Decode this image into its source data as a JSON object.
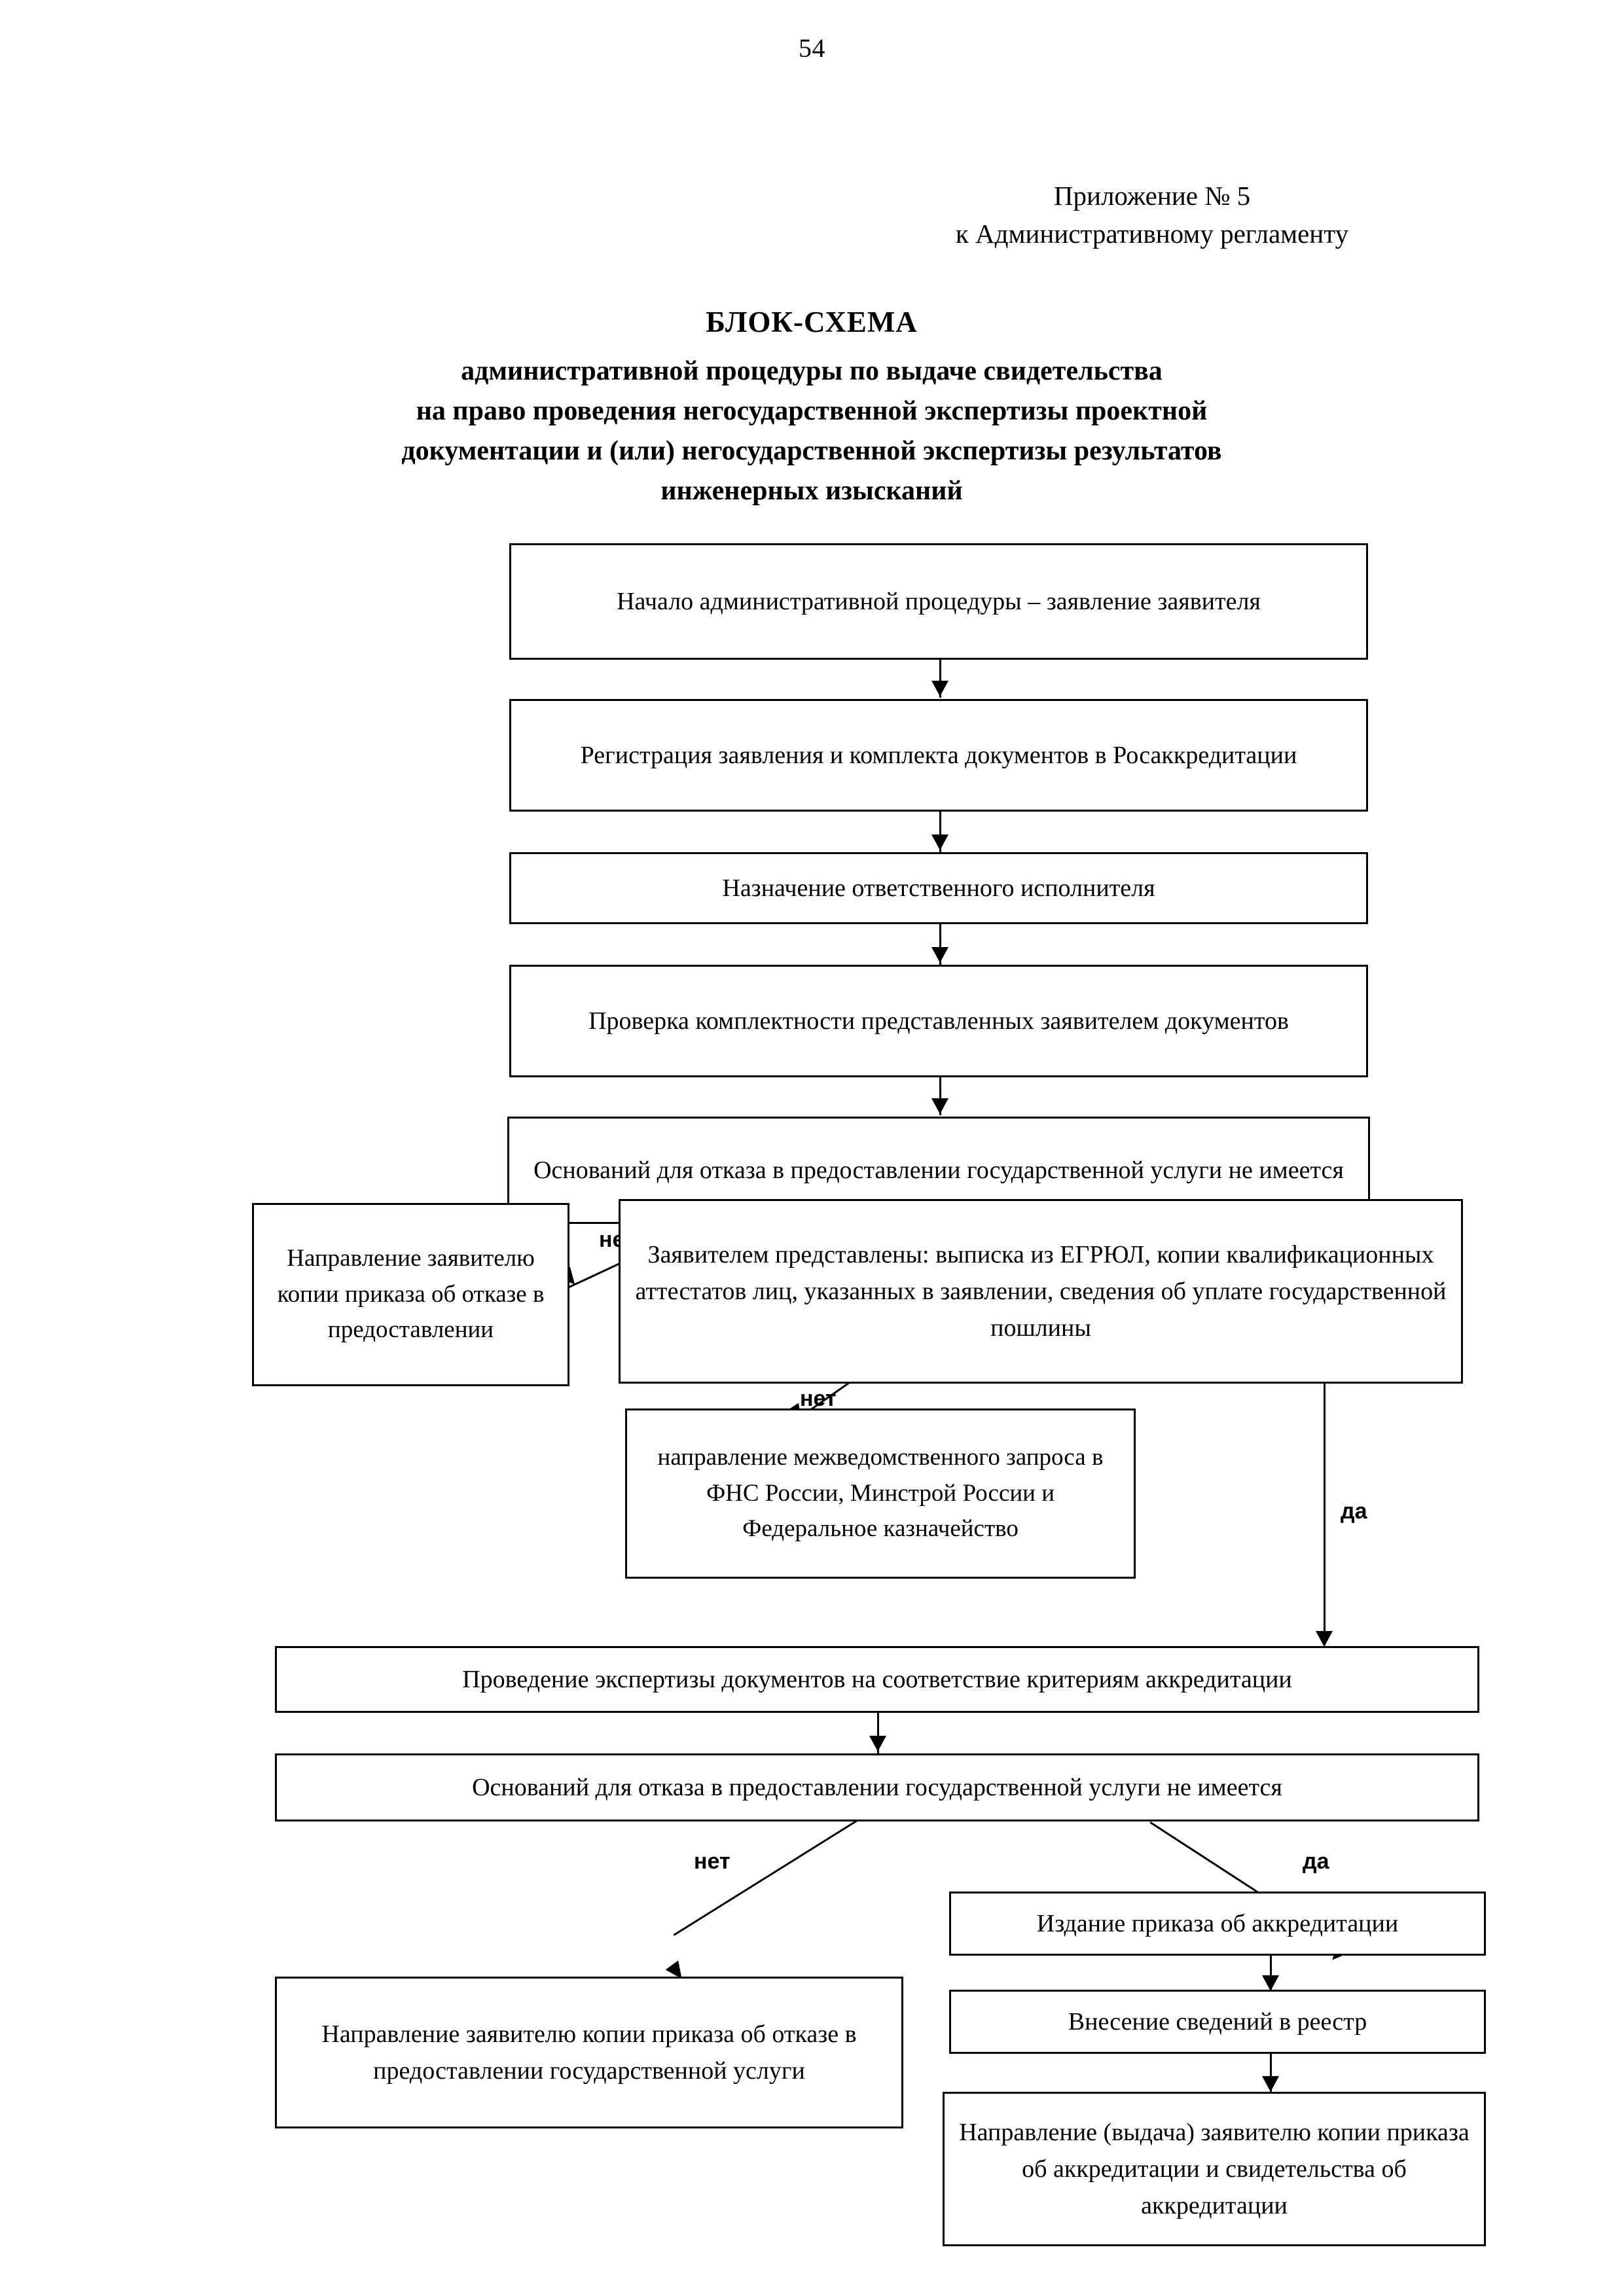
{
  "document": {
    "page_number": "54",
    "appendix": {
      "line1": "Приложение № 5",
      "line2": "к Административному регламенту"
    },
    "title": {
      "main": "БЛОК-СХЕМА",
      "line1": "административной процедуры по выдаче свидетельства",
      "line2": "на право проведения негосударственной экспертизы проектной",
      "line3": "документации и (или) негосударственной экспертизы результатов",
      "line4": "инженерных изысканий"
    }
  },
  "flowchart": {
    "type": "flowchart",
    "nodes": [
      {
        "id": "start",
        "text": "Начало административной процедуры – заявление заявителя"
      },
      {
        "id": "registration",
        "text": "Регистрация заявления и комплекта документов в Росаккредитации"
      },
      {
        "id": "assign-executor",
        "text": "Назначение ответственного исполнителя"
      },
      {
        "id": "completeness-check",
        "text": "Проверка комплектности представленных заявителем документов"
      },
      {
        "id": "decision-1",
        "text": "Оснований для отказа в предоставлении государственной услуги не имеется"
      },
      {
        "id": "refusal-copy-1",
        "text": "Направление заявителю копии приказа об отказе в предоставлении"
      },
      {
        "id": "documents-submitted",
        "text": "Заявителем представлены: выписка из ЕГРЮЛ, копии квалификационных аттестатов лиц, указанных в заявлении, сведения об уплате государственной пошлины"
      },
      {
        "id": "interagency-request",
        "text": "направление межведомственного запроса в ФНС России, Минстрой России и Федеральное казначейство"
      },
      {
        "id": "expertise",
        "text": "Проведение экспертизы документов на соответствие критериям аккредитации"
      },
      {
        "id": "decision-2",
        "text": "Оснований для отказа в предоставлении государственной услуги не имеется"
      },
      {
        "id": "refusal-copy-2",
        "text": "Направление заявителю копии приказа об отказе в предоставлении государственной услуги"
      },
      {
        "id": "issue-order",
        "text": "Издание приказа об аккредитации"
      },
      {
        "id": "register-entry",
        "text": "Внесение сведений в реестр"
      },
      {
        "id": "deliver-certificate",
        "text": "Направление (выдача) заявителю копии приказа об аккредитации и свидетельства об аккредитации"
      }
    ],
    "branch_labels": {
      "no": "нет",
      "yes": "да"
    },
    "edges": [
      {
        "from": "start",
        "to": "registration",
        "label": ""
      },
      {
        "from": "registration",
        "to": "assign-executor",
        "label": ""
      },
      {
        "from": "assign-executor",
        "to": "completeness-check",
        "label": ""
      },
      {
        "from": "completeness-check",
        "to": "decision-1",
        "label": ""
      },
      {
        "from": "decision-1",
        "to": "refusal-copy-1",
        "label": "нет"
      },
      {
        "from": "decision-1",
        "to": "documents-submitted",
        "label": "да"
      },
      {
        "from": "documents-submitted",
        "to": "interagency-request",
        "label": "нет"
      },
      {
        "from": "documents-submitted",
        "to": "expertise",
        "label": "да"
      },
      {
        "from": "expertise",
        "to": "decision-2",
        "label": ""
      },
      {
        "from": "decision-2",
        "to": "refusal-copy-2",
        "label": "нет"
      },
      {
        "from": "decision-2",
        "to": "issue-order",
        "label": "да"
      },
      {
        "from": "issue-order",
        "to": "register-entry",
        "label": ""
      },
      {
        "from": "register-entry",
        "to": "deliver-certificate",
        "label": ""
      }
    ]
  }
}
